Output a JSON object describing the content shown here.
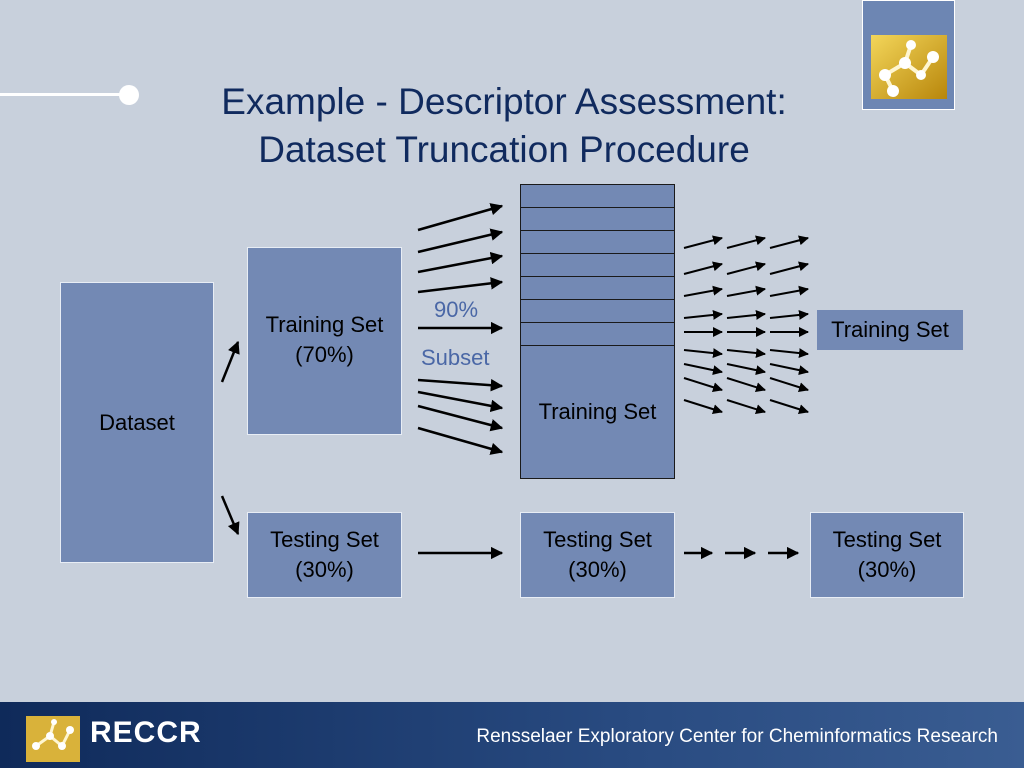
{
  "title_line1": "Example - Descriptor Assessment:",
  "title_line2": "Dataset Truncation Procedure",
  "dataset_label": "Dataset",
  "training_70_line1": "Training Set",
  "training_70_line2": "(70%)",
  "testing_30_line1": "Testing Set",
  "testing_30_line2": "(30%)",
  "subset_pct": "90%",
  "subset_word": "Subset",
  "stack_training_label": "Training Set",
  "stack_rows": 7,
  "testing_mid_line1": "Testing Set",
  "testing_mid_line2": "(30%)",
  "training_final": "Training Set",
  "testing_final_line1": "Testing Set",
  "testing_final_line2": "(30%)",
  "footer_brand": "RECCR",
  "footer_text": "Rensselaer Exploratory Center for Cheminformatics Research",
  "colors": {
    "box": "#7389b4",
    "background": "#c8d0dc",
    "title": "#102a5e",
    "footer": "#1b3a6b"
  }
}
